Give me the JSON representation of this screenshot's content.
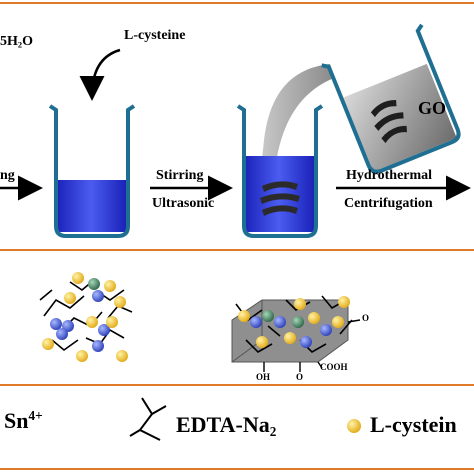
{
  "top": {
    "reagent_prefix": "5H",
    "reagent_sub": "2",
    "reagent_suffix": "O",
    "lcysteine_label": "L-cysteine",
    "arrow_left_label": "ng",
    "step1_label_top": "Stirring",
    "step1_label_bottom": "Ultrasonic",
    "go_label": "GO",
    "step2_label_top": "Hydrothermal",
    "step2_label_bottom": "Centrifugation"
  },
  "middle": {
    "oh_label": "OH",
    "o_label_bottom": "O",
    "cooh_label": "COOH",
    "o_label_right": "O"
  },
  "legend": {
    "sn_base": "Sn",
    "sn_sup": "4+",
    "edta_base": "EDTA-Na",
    "edta_sub": "2",
    "lcys_label": "L-cystein"
  },
  "colors": {
    "frame": "#e07a2a",
    "solution_blue": "#2a36d6",
    "glass_edge": "#1f6f93",
    "sphere_yellow": "#f2c230",
    "sphere_blue": "#3a5bd0",
    "sphere_green": "#3e7a5c"
  }
}
